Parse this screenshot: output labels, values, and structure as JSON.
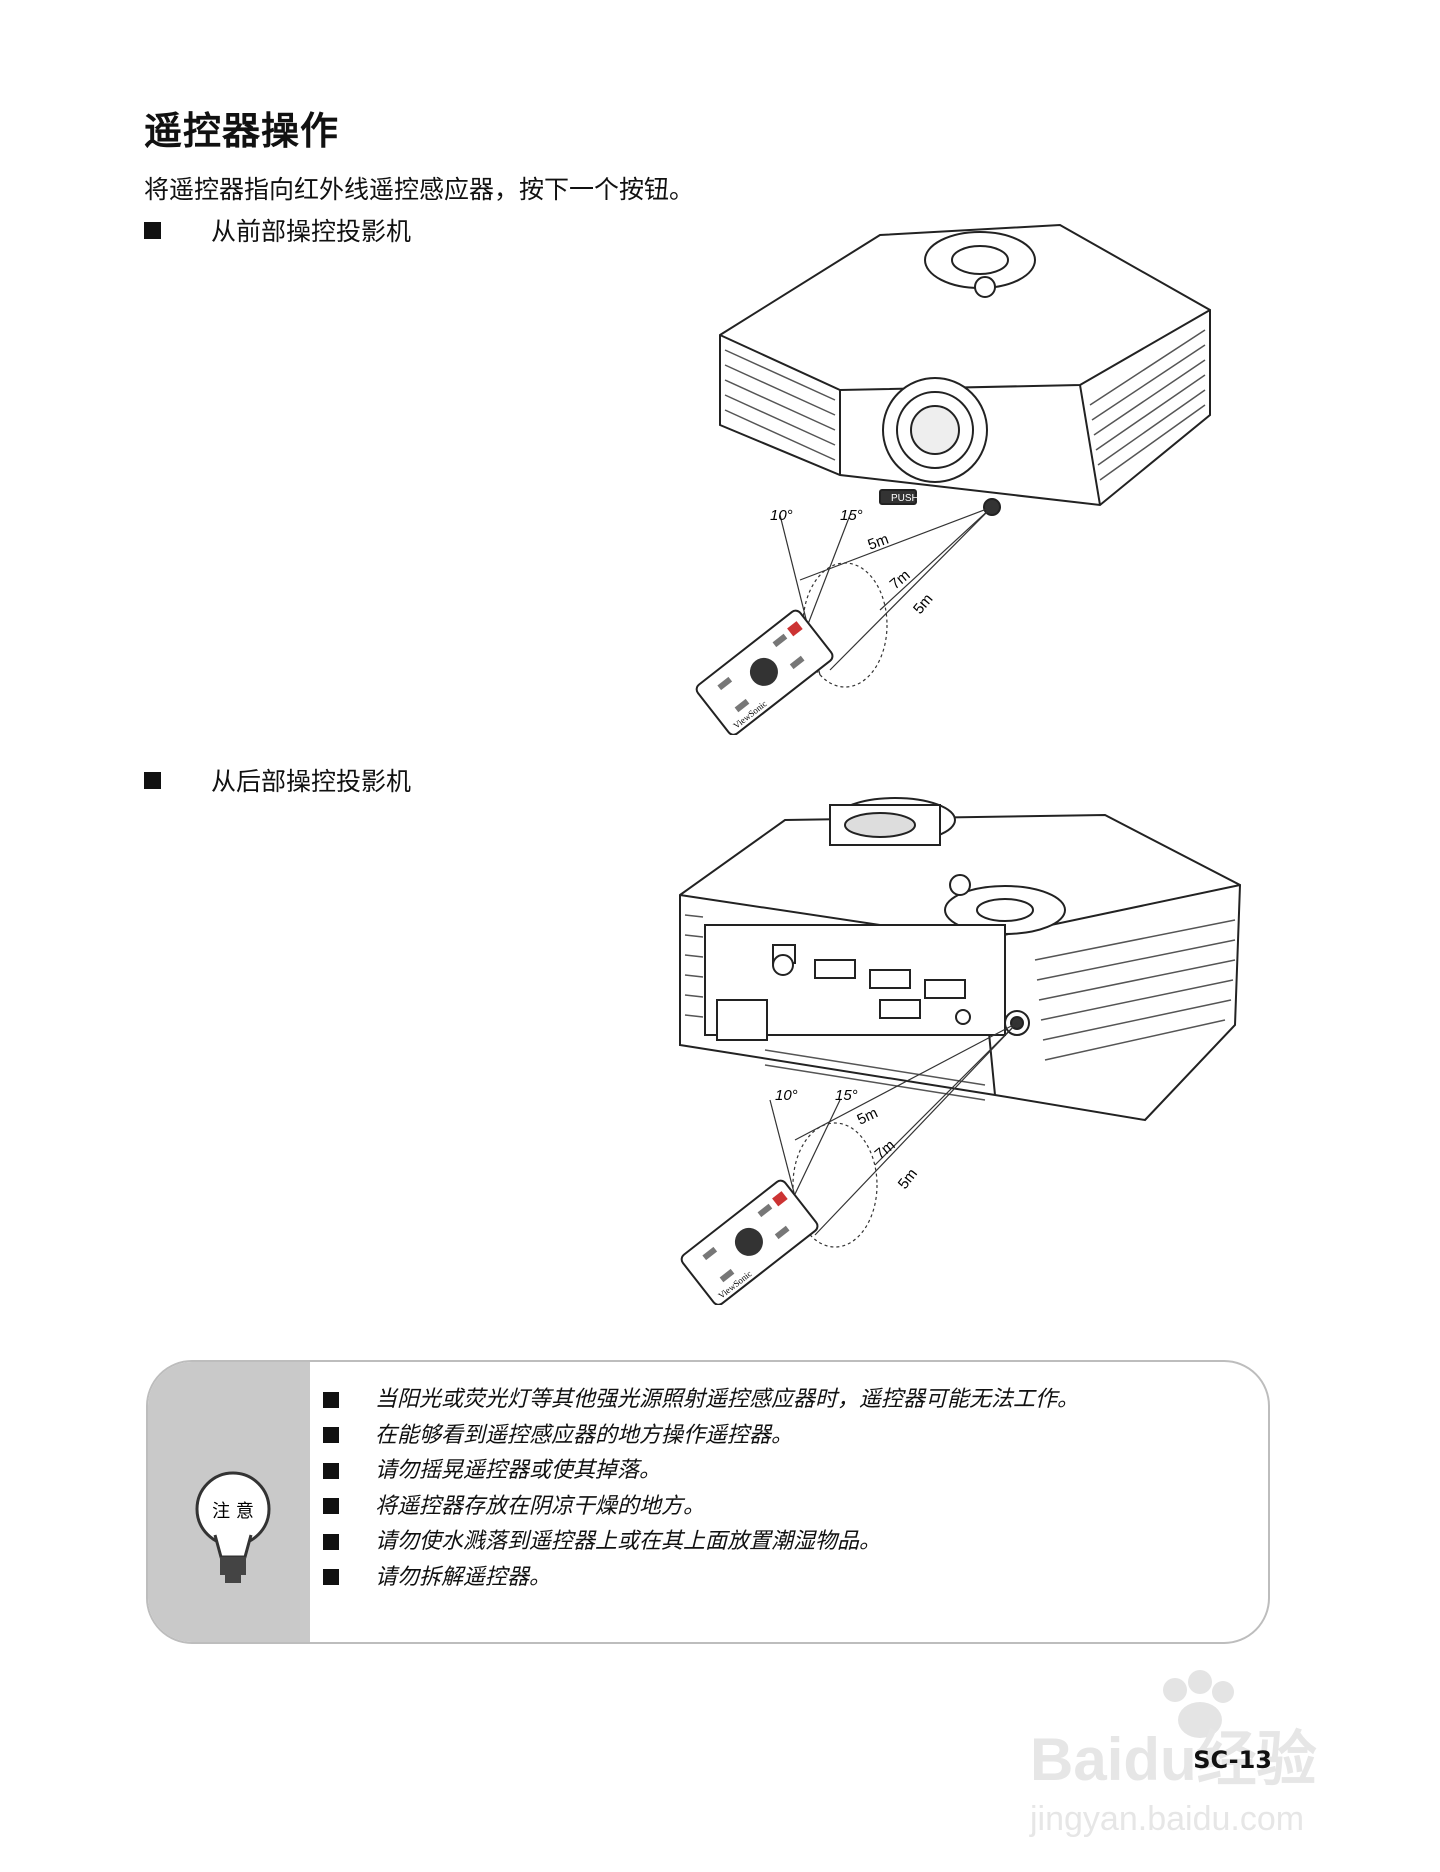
{
  "title": "遥控器操作",
  "intro": "将遥控器指向红外线遥控感应器，按下一个按钮。",
  "sections": [
    {
      "label": "从前部操控投影机"
    },
    {
      "label": "从后部操控投影机"
    }
  ],
  "diagram_labels": {
    "angle_10": "10°",
    "angle_15": "15°",
    "range_5m_a": "5m",
    "range_7m": "7m",
    "range_5m_b": "5m",
    "push": "PUSH",
    "brand": "ViewSonic"
  },
  "note": {
    "badge": "注 意",
    "items": [
      "当阳光或荧光灯等其他强光源照射遥控感应器时，遥控器可能无法工作。",
      "在能够看到遥控感应器的地方操作遥控器。",
      "请勿摇晃遥控器或使其掉落。",
      "将遥控器存放在阴凉干燥的地方。",
      "请勿使水溅落到遥控器上或在其上面放置潮湿物品。",
      "请勿拆解遥控器。"
    ]
  },
  "page_number": "SC-13",
  "watermark": {
    "brand": "Baidu经验",
    "url": "jingyan.baidu.com"
  }
}
